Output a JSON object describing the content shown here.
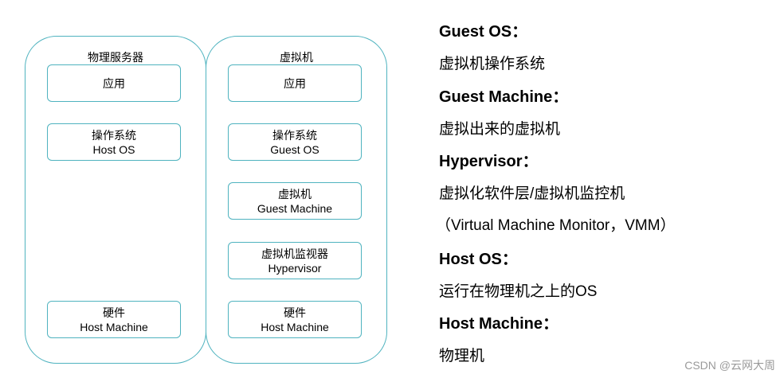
{
  "diagram": {
    "physical_server": {
      "title": "物理服务器",
      "boxes": [
        {
          "line1": "应用",
          "line2": ""
        },
        {
          "line1": "操作系统",
          "line2": "Host OS"
        },
        {
          "line1": "硬件",
          "line2": "Host Machine"
        }
      ]
    },
    "virtual_machine": {
      "title": "虚拟机",
      "boxes": [
        {
          "line1": "应用",
          "line2": ""
        },
        {
          "line1": "操作系统",
          "line2": "Guest OS"
        },
        {
          "line1": "虚拟机",
          "line2": "Guest Machine"
        },
        {
          "line1": "虚拟机监视器",
          "line2": "Hypervisor"
        },
        {
          "line1": "硬件",
          "line2": "Host Machine"
        }
      ]
    }
  },
  "legend": [
    {
      "term": "Guest OS：",
      "desc": "虚拟机操作系统"
    },
    {
      "term": "Guest Machine：",
      "desc": "虚拟出来的虚拟机"
    },
    {
      "term": "Hypervisor：",
      "desc": "虚拟化软件层/虚拟机监控机",
      "desc2": "（Virtual Machine Monitor，VMM）"
    },
    {
      "term": "Host OS：",
      "desc": "运行在物理机之上的OS"
    },
    {
      "term": "Host Machine：",
      "desc": "物理机"
    }
  ],
  "watermark": "CSDN @云网大周"
}
